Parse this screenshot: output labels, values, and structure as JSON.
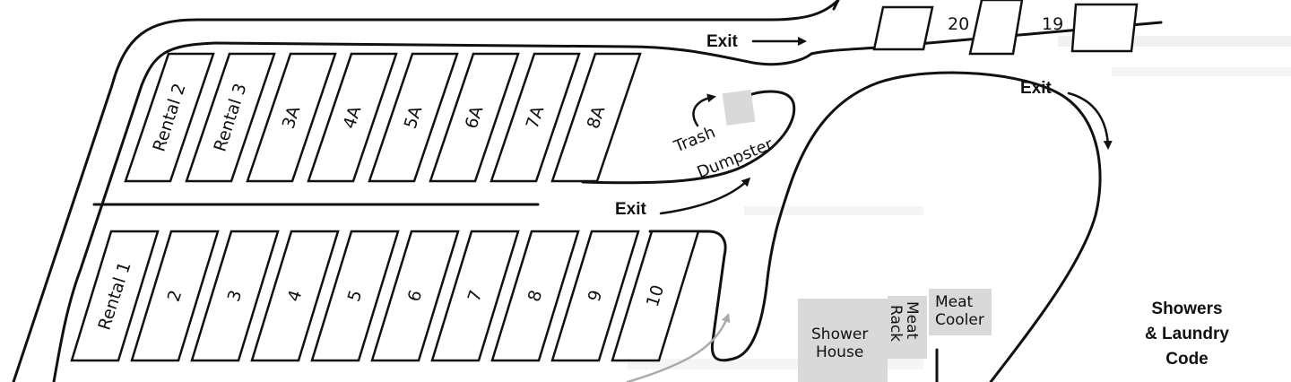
{
  "top_sites": [
    "Rental 2",
    "Rental 3",
    "3A",
    "4A",
    "5A",
    "6A",
    "7A",
    "8A"
  ],
  "bottom_sites": [
    "Rental 1",
    "2",
    "3",
    "4",
    "5",
    "6",
    "7",
    "8",
    "9",
    "10"
  ],
  "far_sites": [
    "20",
    "19"
  ],
  "exits": [
    "Exit",
    "Exit",
    "Exit"
  ],
  "trash": {
    "line1": "Trash",
    "line2": "Dumpster"
  },
  "buildings": {
    "shower_house": {
      "line1": "Shower",
      "line2": "House"
    },
    "meat_rack": {
      "line1": "Meat",
      "line2": "Rack"
    },
    "meat_cooler": {
      "line1": "Meat",
      "line2": "Cooler"
    }
  },
  "code_box": {
    "line1": "Showers",
    "line2": "& Laundry",
    "line3": "Code"
  },
  "colors": {
    "ink": "#111111",
    "building_fill": "#d9d9d9",
    "faded_arrow": "#aaaaaa"
  }
}
